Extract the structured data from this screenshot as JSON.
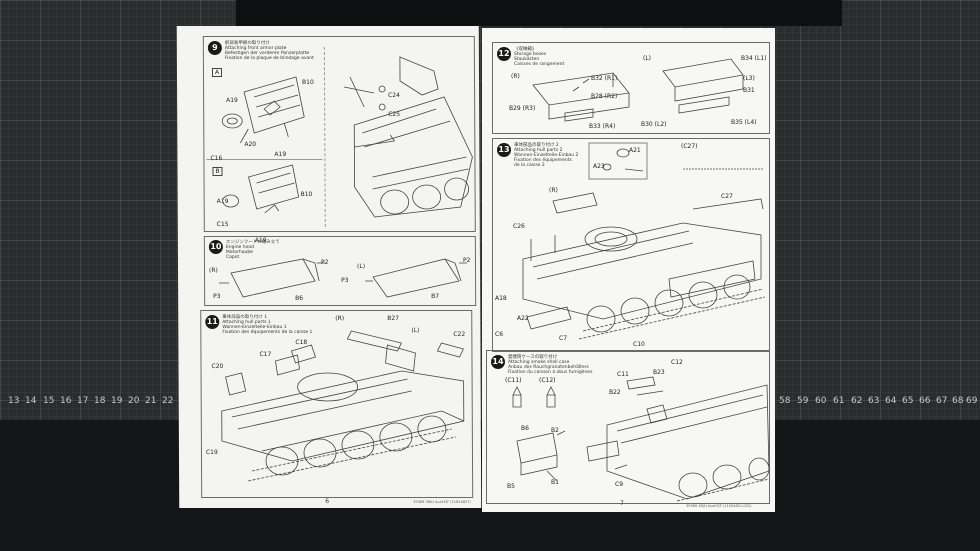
{
  "ruler_left": [
    "13",
    "14",
    "15",
    "16",
    "17",
    "18",
    "19",
    "20",
    "21",
    "22"
  ],
  "ruler_right": [
    "58",
    "59",
    "60",
    "61",
    "62",
    "63",
    "64",
    "65",
    "66",
    "67",
    "68",
    "69"
  ],
  "left_page": {
    "number": "6",
    "footer_code": "35369  38(t) Ausf.E/F (11054827)",
    "step9": {
      "badge": "9",
      "title": "前部装甲板の取り付け\nAttaching front armor plate\nBefestigen der vorderen Panzerplatte\nFixation de la plaque de blindage avant",
      "sub_a": "A",
      "sub_b": "B",
      "labels": [
        "B10",
        "A19",
        "A20",
        "C16",
        "A19",
        "B10",
        "A19",
        "C15",
        "A19",
        "C24",
        "C25"
      ]
    },
    "step10": {
      "badge": "10",
      "title": "エンジンフードの組み立て\nEngine hood\nMotorhaube\nCapot",
      "labels": [
        "(R)",
        "(L)",
        "P2",
        "P3",
        "B6",
        "P3",
        "B7",
        "P2"
      ]
    },
    "step11": {
      "badge": "11",
      "title": "車体部品の取り付け 1\nAttaching hull parts 1\nWannen-Einzelteile-Einbau 1\nFixation des équipements de la caisse 1",
      "labels": [
        "(R)",
        "B27",
        "(L)",
        "C22",
        "C17",
        "C18",
        "C20",
        "C19"
      ]
    }
  },
  "right_page": {
    "number": "7",
    "footer_code": "35369  38(t) Ausf.E/F (11054821-002)",
    "step12": {
      "badge": "12",
      "title": "《収納箱》\nStorage boxes\nStaukästen\nCaisses de rangement",
      "labels": [
        "(L)",
        "B34 (L1)",
        "(R)",
        "B32 (R1)",
        "(L3)",
        "B31",
        "B28 (R2)",
        "B29 (R3)",
        "B33 (R4)",
        "B30 (L2)",
        "B35 (L4)"
      ]
    },
    "step13": {
      "badge": "13",
      "title": "車体部品の取り付け 2\nAttaching hull parts 2\nWannen-Einzelteile-Einbau 2\nFixation des équipements\nde la caisse 2",
      "labels": [
        "(C27)",
        "A21",
        "A23",
        "C27",
        "(R)",
        "C26",
        "A18",
        "A22",
        "C7",
        "C6",
        "C10"
      ]
    },
    "step14": {
      "badge": "14",
      "title": "発煙筒ケースの取り付け\nAttaching smoke shell case\nAnbau des Rauchgranatenbehälters\nFixation du caisson à obus fumigènes",
      "labels": [
        "(C11)",
        "(C12)",
        "C11",
        "C12",
        "B23",
        "B22",
        "B6",
        "B2",
        "B5",
        "B1",
        "C9"
      ]
    }
  }
}
